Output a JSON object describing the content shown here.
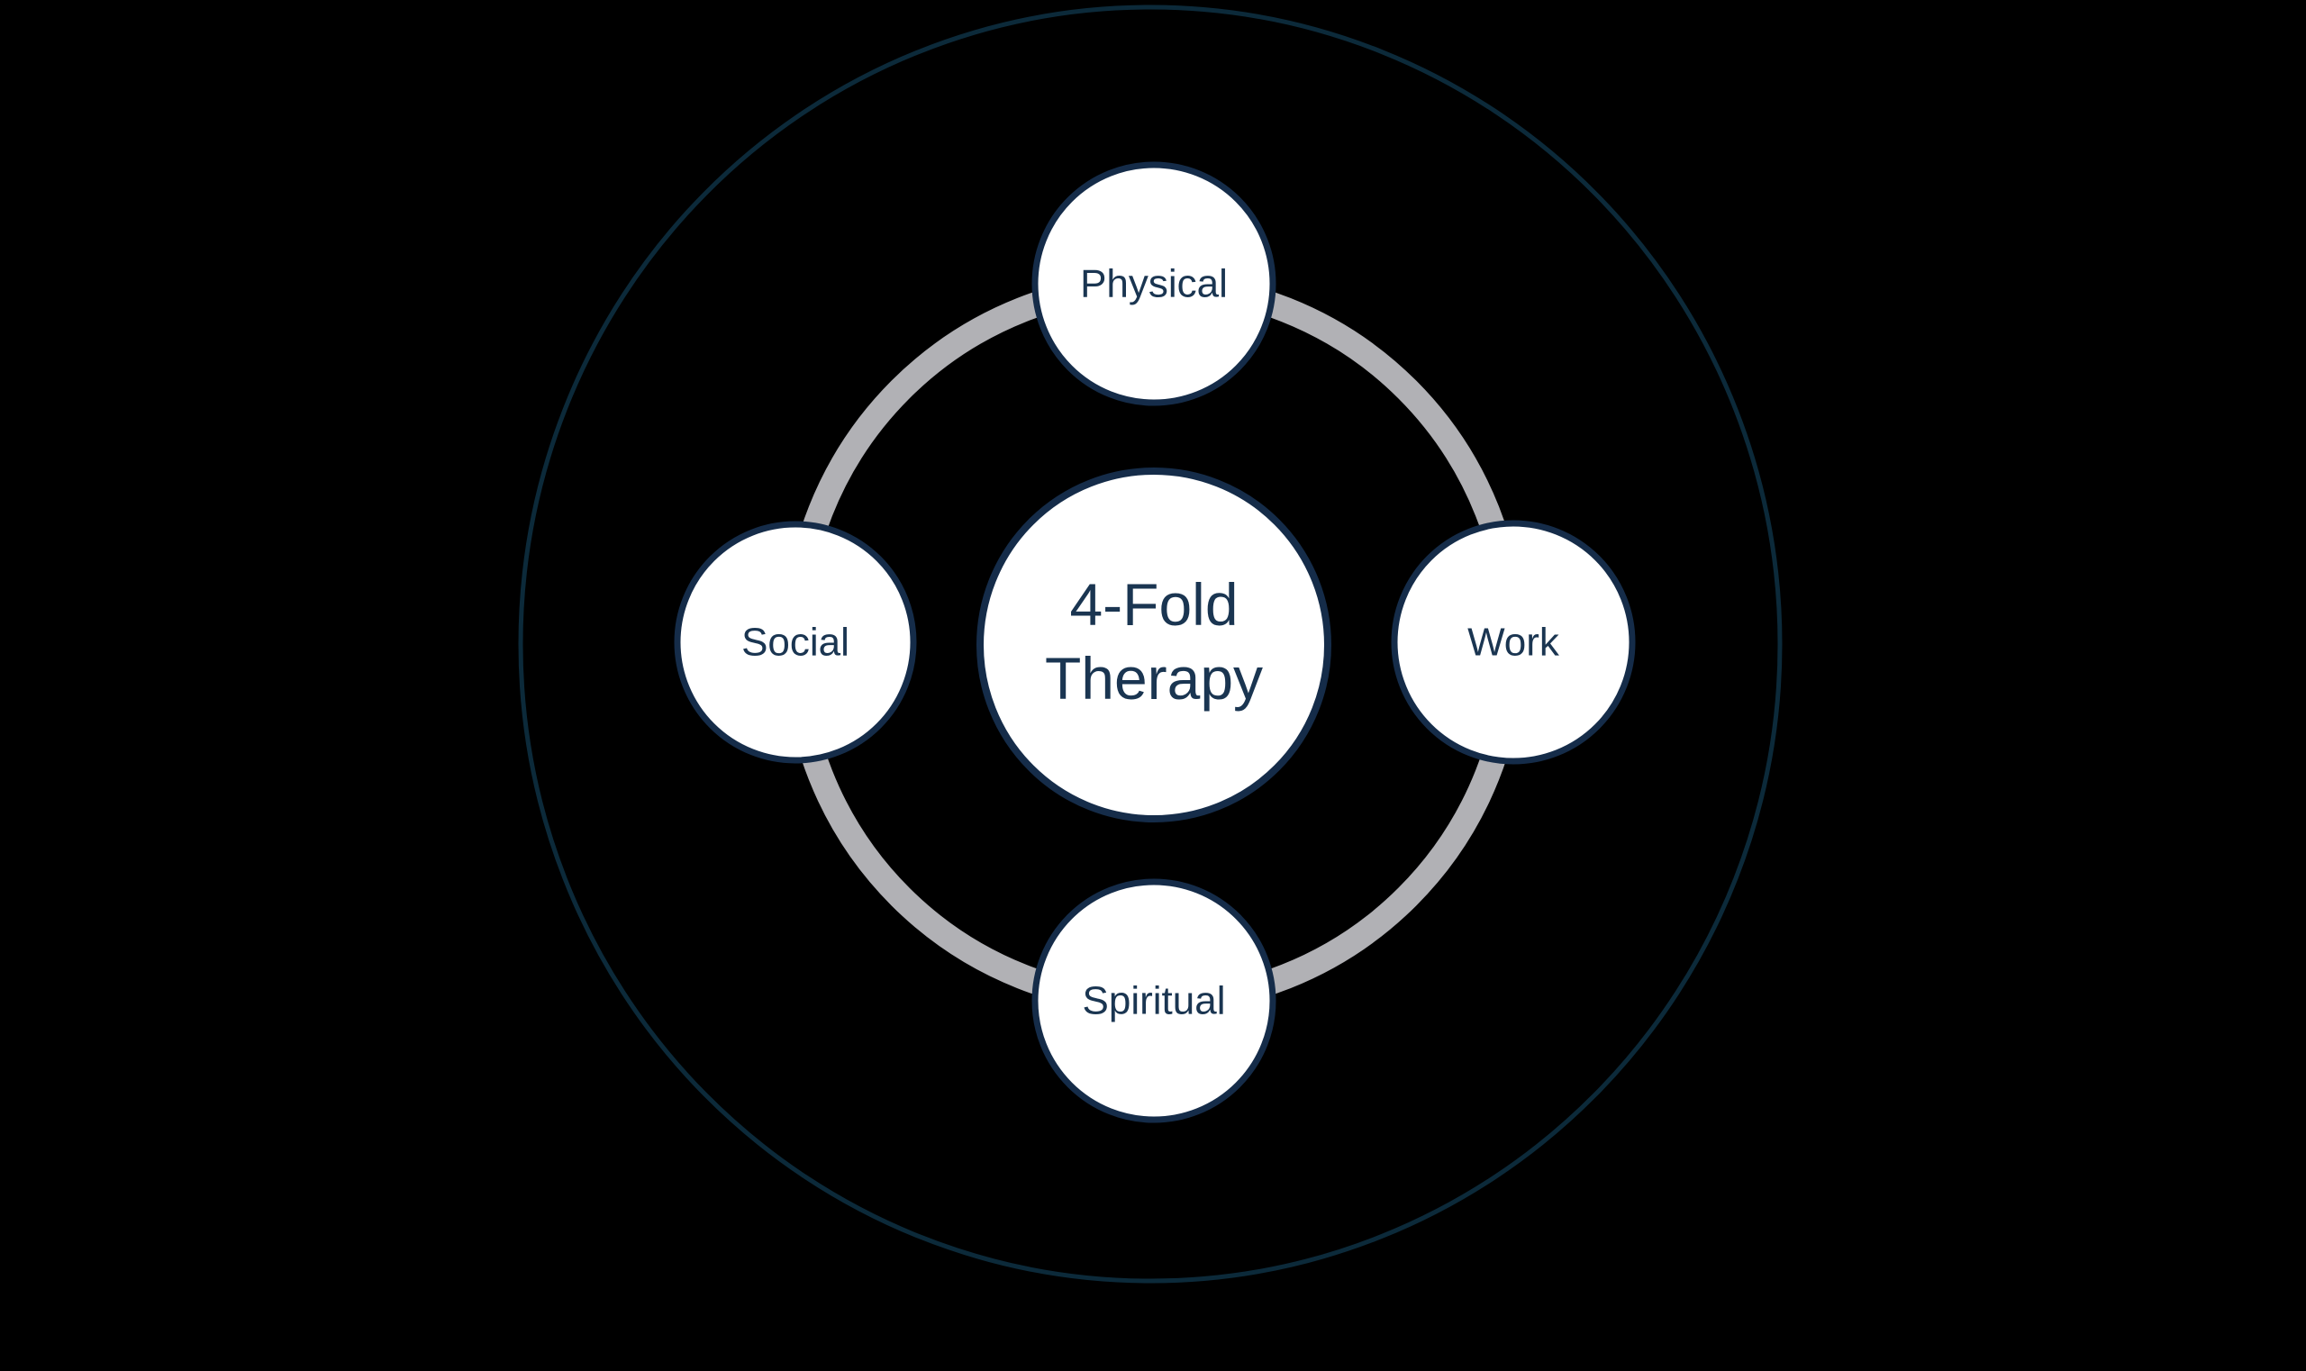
{
  "diagram": {
    "type": "cycle-diagram",
    "center": {
      "label_line1": "4-Fold",
      "label_line2": "Therapy"
    },
    "nodes": [
      {
        "id": "physical",
        "label": "Physical",
        "position": "top"
      },
      {
        "id": "work",
        "label": "Work",
        "position": "right"
      },
      {
        "id": "spiritual",
        "label": "Spiritual",
        "position": "bottom"
      },
      {
        "id": "social",
        "label": "Social",
        "position": "left"
      }
    ]
  },
  "colors": {
    "background": "#000000",
    "node_fill": "#ffffff",
    "node_stroke": "#152c49",
    "text": "#1a3551",
    "ring": "#b1b1b5",
    "outer_circle": "#0c2a3a"
  }
}
